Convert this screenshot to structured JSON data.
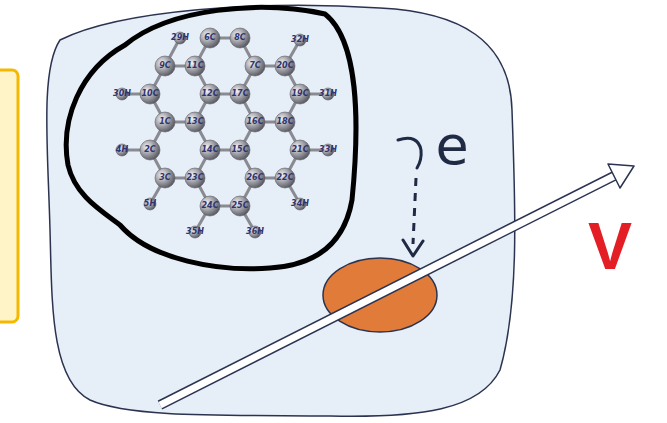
{
  "diagram": {
    "labels": [
      "29H",
      "6C",
      "8C",
      "32H",
      "9C",
      "11C",
      "7C",
      "20C",
      "30H",
      "10C",
      "12C",
      "17C",
      "19C",
      "31H",
      "1C",
      "13C",
      "16C",
      "18C",
      "4H",
      "2C",
      "14C",
      "15C",
      "21C",
      "33H",
      "3C",
      "23C",
      "26C",
      "22C",
      "5H",
      "24C",
      "25C",
      "34H",
      "35H",
      "36H",
      "e",
      "V"
    ]
  }
}
